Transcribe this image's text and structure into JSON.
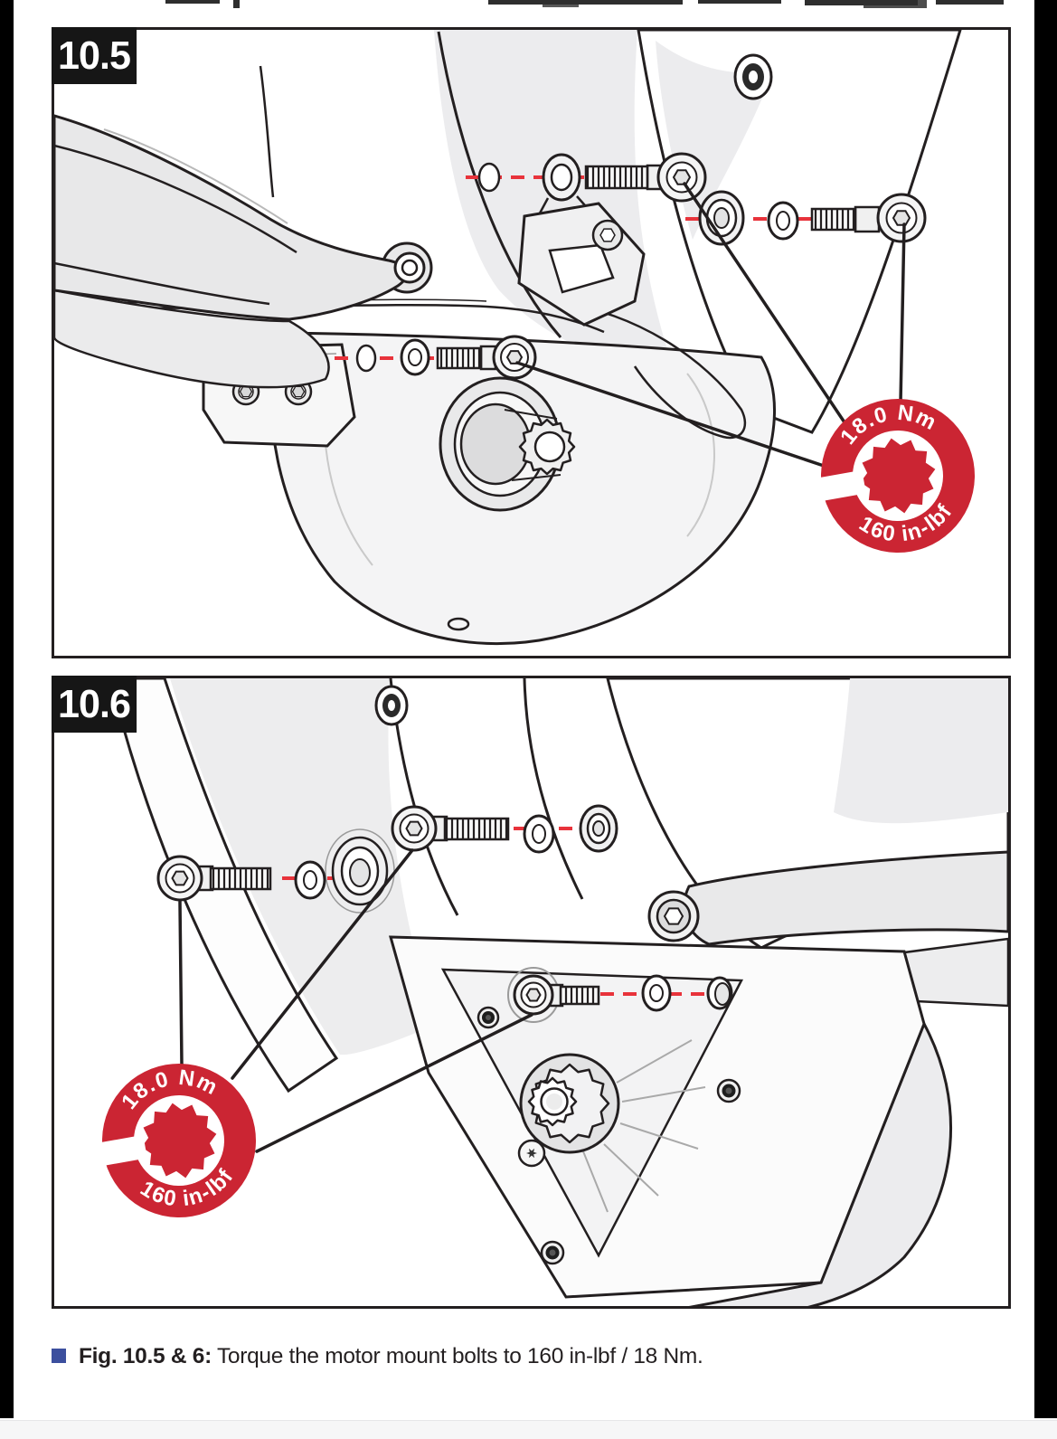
{
  "page": {
    "caption": {
      "bullet_icon": "square-bullet",
      "label": "Fig. 10.5 & 6:",
      "text": "Torque the motor mount bolts to 160 in-lbf / 18 Nm."
    }
  },
  "figures": [
    {
      "label": "10.5",
      "badge": {
        "icon": "torque-wrench-badge",
        "top": "18.0 Nm",
        "bottom": "160 in-lbf"
      }
    },
    {
      "label": "10.6",
      "badge": {
        "icon": "torque-wrench-badge",
        "top": "18.0 Nm",
        "bottom": "160 in-lbf"
      }
    }
  ],
  "colors": {
    "badge_red": "#cb2533",
    "dash_red": "#e8333b",
    "ink": "#231f20",
    "bullet_blue": "#3c4f9e"
  }
}
